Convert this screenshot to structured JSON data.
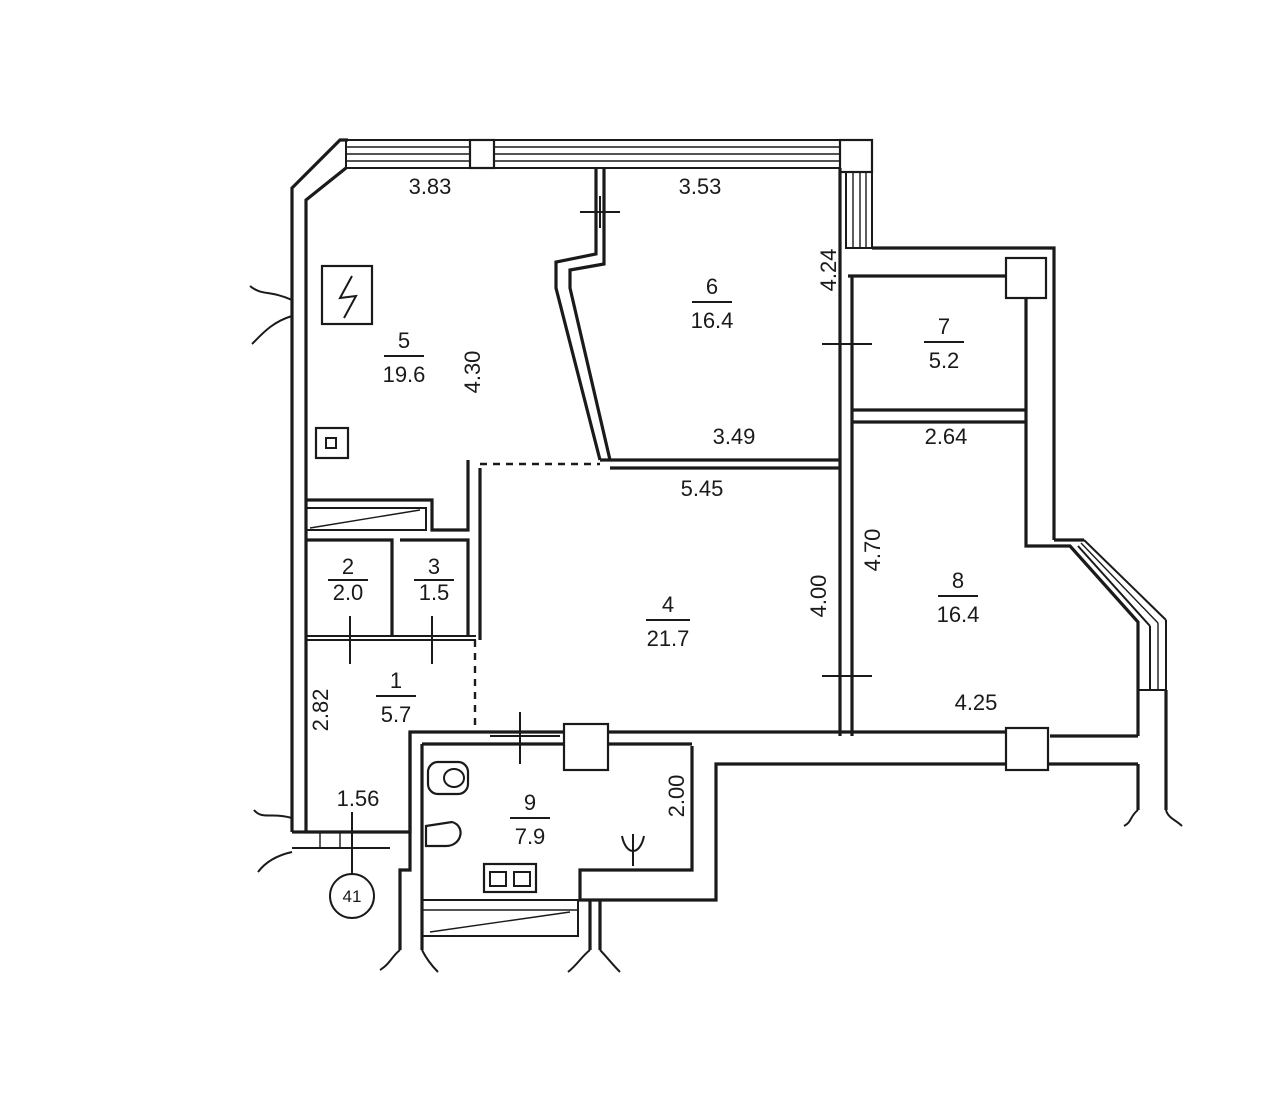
{
  "rooms": [
    {
      "id": "1",
      "number": "1",
      "area": "5.7"
    },
    {
      "id": "2",
      "number": "2",
      "area": "2.0"
    },
    {
      "id": "3",
      "number": "3",
      "area": "1.5"
    },
    {
      "id": "4",
      "number": "4",
      "area": "21.7"
    },
    {
      "id": "5",
      "number": "5",
      "area": "19.6"
    },
    {
      "id": "6",
      "number": "6",
      "area": "16.4"
    },
    {
      "id": "7",
      "number": "7",
      "area": "5.2"
    },
    {
      "id": "8",
      "number": "8",
      "area": "16.4"
    },
    {
      "id": "9",
      "number": "9",
      "area": "7.9"
    }
  ],
  "dimensions": {
    "d_3_83": "3.83",
    "d_3_53": "3.53",
    "d_4_24": "4.24",
    "d_4_30": "4.30",
    "d_3_49": "3.49",
    "d_2_64": "2.64",
    "d_5_45": "5.45",
    "d_4_70": "4.70",
    "d_4_00": "4.00",
    "d_4_25": "4.25",
    "d_2_82": "2.82",
    "d_1_56": "1.56",
    "d_2_00": "2.00"
  },
  "axis_marker": "41"
}
